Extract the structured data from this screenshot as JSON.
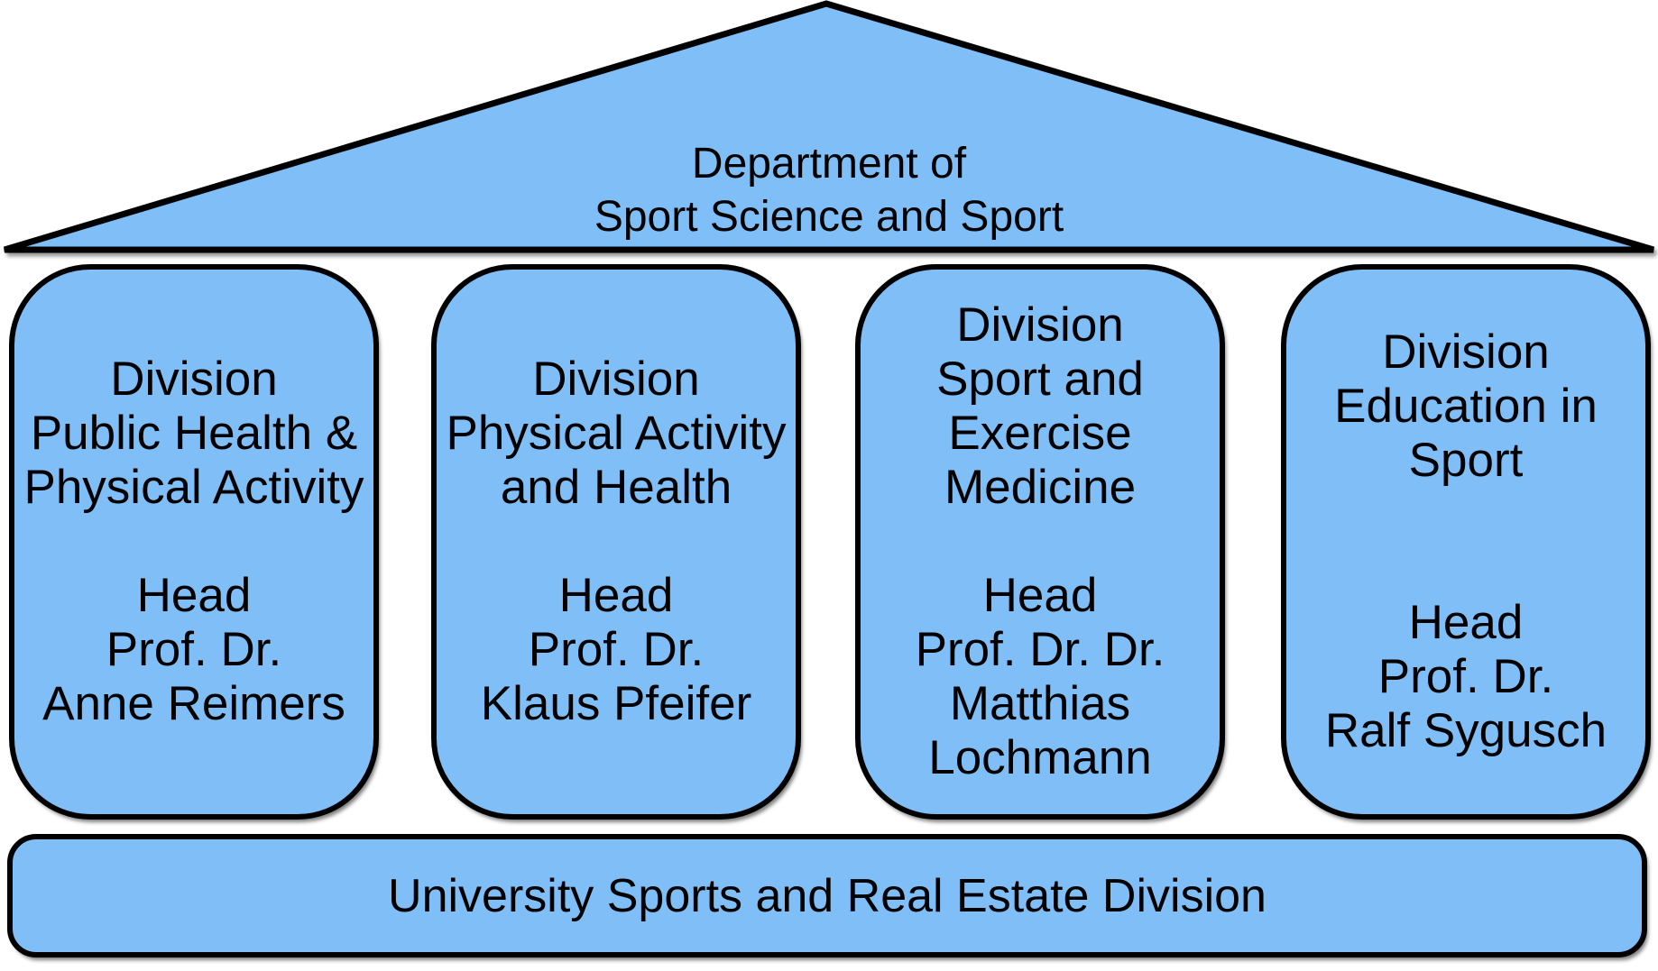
{
  "colors": {
    "shape_fill": "#7FBEF7",
    "shape_border": "#000000",
    "text": "#000000",
    "page_background": "#FFFFFF"
  },
  "roof": {
    "lines": [
      "Department of",
      "Sport Science and Sport"
    ]
  },
  "pillars": [
    {
      "division_lines": [
        "Division",
        "Public Health &",
        "Physical Activity"
      ],
      "head_lines": [
        "Head",
        "Prof. Dr.",
        "Anne Reimers"
      ]
    },
    {
      "division_lines": [
        "Division",
        "Physical Activity",
        "and Health"
      ],
      "head_lines": [
        "Head",
        "Prof. Dr.",
        "Klaus Pfeifer"
      ]
    },
    {
      "division_lines": [
        "Division",
        "Sport and",
        "Exercise",
        "Medicine"
      ],
      "head_lines": [
        "Head",
        "Prof. Dr. Dr.",
        "Matthias",
        "Lochmann"
      ]
    },
    {
      "division_lines": [
        "Division",
        "Education in",
        "Sport"
      ],
      "head_lines": [
        "Head",
        "Prof. Dr.",
        "Ralf Sygusch"
      ]
    }
  ],
  "base": {
    "label": "University Sports and Real Estate Division"
  }
}
